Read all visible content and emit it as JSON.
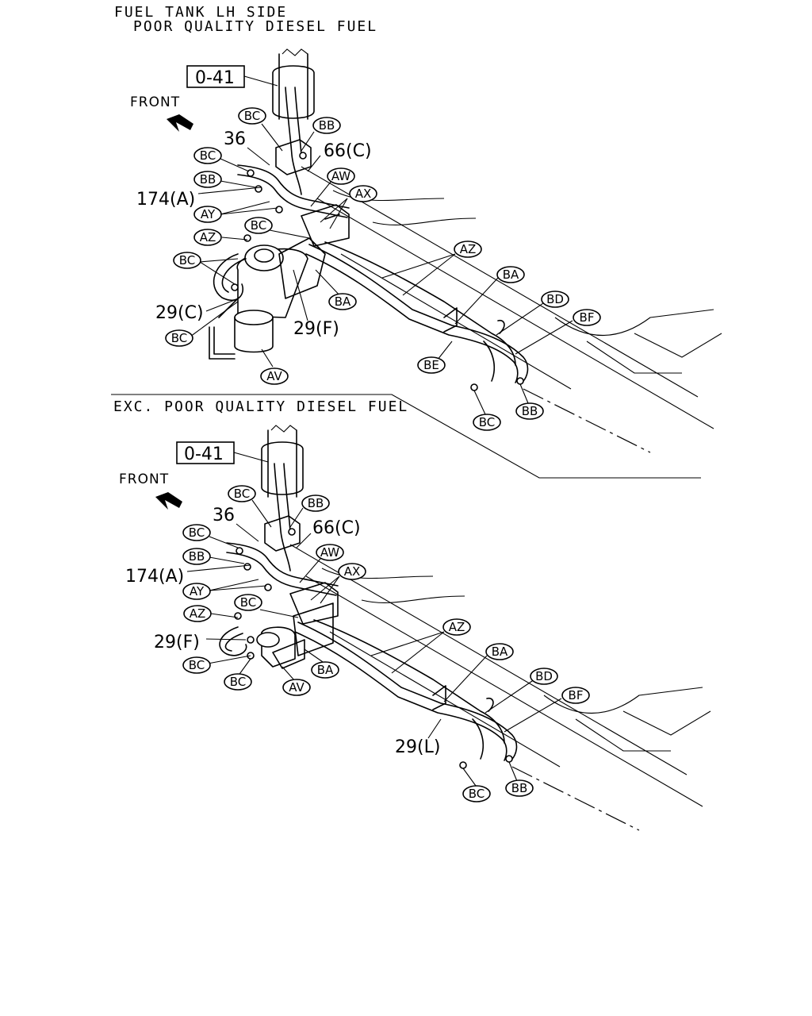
{
  "top": {
    "heading1": "FUEL TANK LH SIDE",
    "heading2": "POOR QUALITY DIESEL FUEL",
    "ref_box": "0-41",
    "front": "FRONT",
    "labels": {
      "bc1": "BC",
      "bb1": "BB",
      "n36": "36",
      "n66c": "66(C)",
      "bc2": "BC",
      "bb2": "BB",
      "n174a": "174(A)",
      "aw": "AW",
      "ax": "AX",
      "ay": "AY",
      "bc3": "BC",
      "az1": "AZ",
      "az2": "AZ",
      "bc4": "BC",
      "ba1": "BA",
      "ba2": "BA",
      "n29c": "29(C)",
      "n29f": "29(F)",
      "bd": "BD",
      "bf": "BF",
      "bc5": "BC",
      "be": "BE",
      "av": "AV",
      "bc6": "BC",
      "bb3": "BB"
    }
  },
  "bottom": {
    "heading": "EXC. POOR QUALITY DIESEL FUEL",
    "ref_box": "0-41",
    "front": "FRONT",
    "labels": {
      "bc1": "BC",
      "bb1": "BB",
      "n36": "36",
      "n66c": "66(C)",
      "bc2": "BC",
      "bb2": "BB",
      "aw": "AW",
      "n174a": "174(A)",
      "ax": "AX",
      "ay": "AY",
      "bc3": "BC",
      "az1": "AZ",
      "az2": "AZ",
      "n29f": "29(F)",
      "ba1": "BA",
      "bc4": "BC",
      "ba2": "BA",
      "bc5": "BC",
      "av": "AV",
      "bd": "BD",
      "bf": "BF",
      "n29l": "29(L)",
      "bc6": "BC",
      "bb3": "BB"
    }
  }
}
